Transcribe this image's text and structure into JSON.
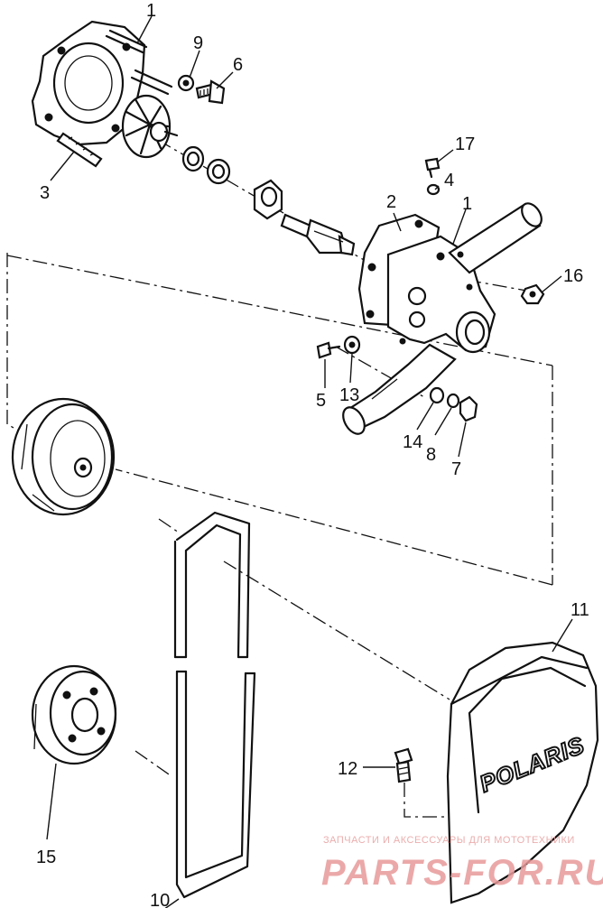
{
  "callouts": [
    {
      "id": "c1a",
      "text": "1"
    },
    {
      "id": "c9",
      "text": "9"
    },
    {
      "id": "c6",
      "text": "6"
    },
    {
      "id": "c3",
      "text": "3"
    },
    {
      "id": "c17",
      "text": "17"
    },
    {
      "id": "c4",
      "text": "4"
    },
    {
      "id": "c2",
      "text": "2"
    },
    {
      "id": "c1b",
      "text": "1"
    },
    {
      "id": "c16",
      "text": "16"
    },
    {
      "id": "c5",
      "text": "5"
    },
    {
      "id": "c13",
      "text": "13"
    },
    {
      "id": "c14",
      "text": "14"
    },
    {
      "id": "c8",
      "text": "8"
    },
    {
      "id": "c7",
      "text": "7"
    },
    {
      "id": "c11",
      "text": "11"
    },
    {
      "id": "c12",
      "text": "12"
    },
    {
      "id": "c15",
      "text": "15"
    },
    {
      "id": "c10",
      "text": "10"
    }
  ],
  "cover_brand": "POLARIS",
  "watermark": {
    "line1": "ЗАПЧАСТИ И АКСЕССУАРЫ ДЛЯ МОТОТЕХНИКИ",
    "line2": "PARTS-FOR.RU"
  }
}
